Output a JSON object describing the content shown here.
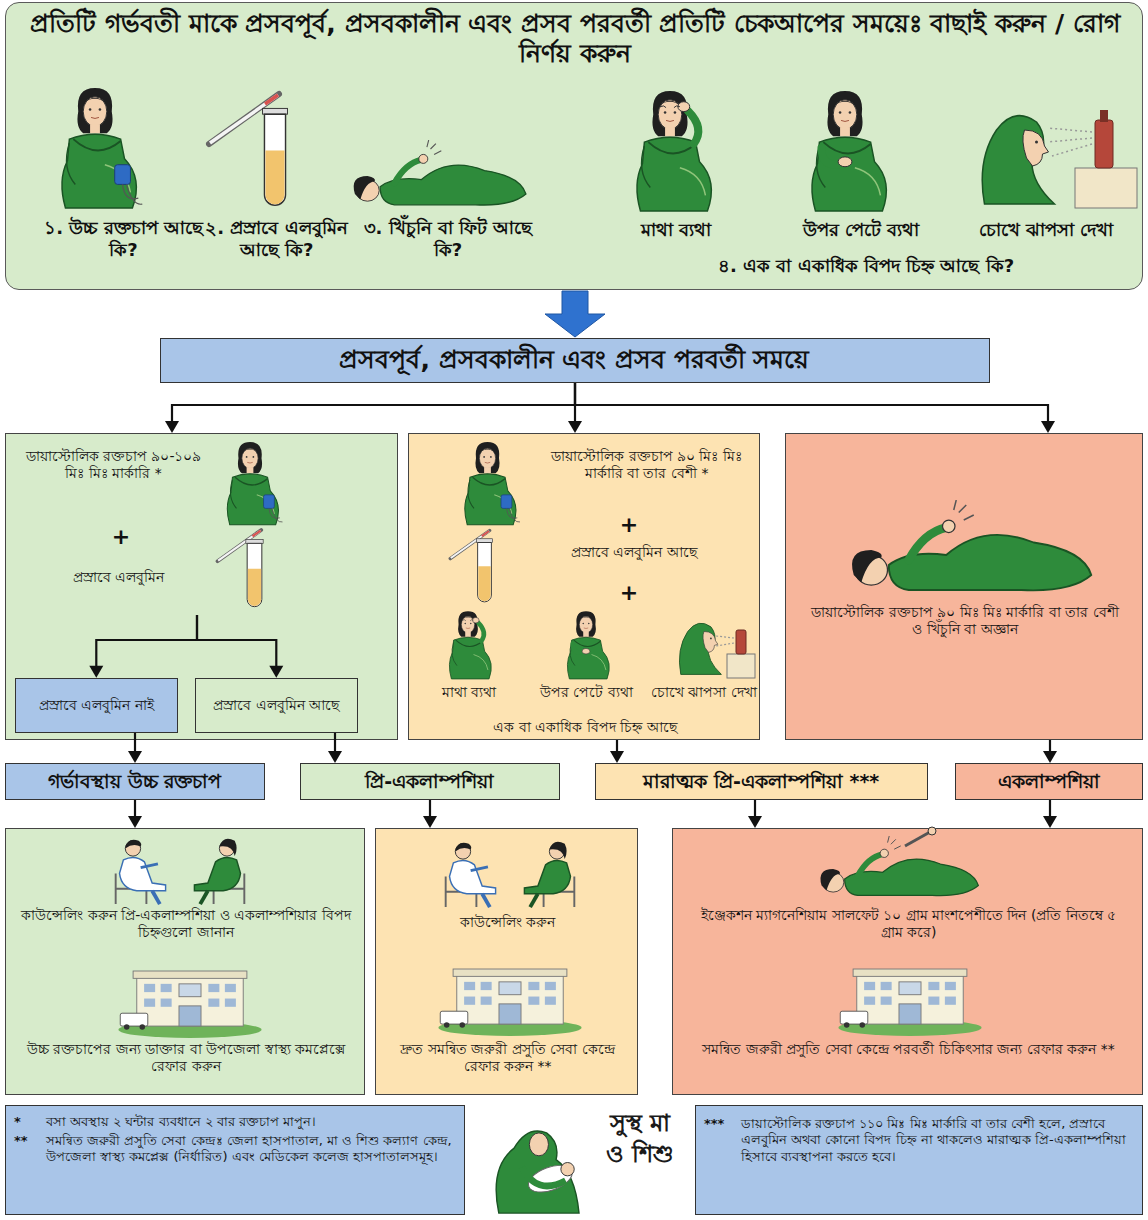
{
  "diagram": {
    "nodes": [
      {
        "text": [
          "প্রতিটি গর্ভবতী মাকে প্রসবপূর্ব, প্রসবকালীন এবং প্রসব পরবর্তী প্রতিটি চেকআপের সময়েঃ বাছাই করুন / রোগ নির্ণয় করুন",
          "১. উচ্চ রক্তচাপ আছে কি?",
          "২. প্রস্রাবে এলবুমিন আছে কি?",
          "৩. খিঁচুনি বা ফিট আছে কি?",
          "মাথা ব্যথা",
          "উপর পেটে ব্যথা",
          "চোখে ঝাপসা দেখা",
          "৪. এক বা একাধিক বিপদ চিহ্ন আছে কি?"
        ]
      },
      {
        "text": [
          "প্রসবপূর্ব, প্রসবকালীন এবং প্রসব পরবর্তী সময়ে"
        ]
      },
      {
        "text": [
          "ডায়াস্টোলিক রক্তচাপ ৯০-১০৯ মিঃ মিঃ মার্কারি *",
          "+",
          "প্রস্রাবে এলবুমিন"
        ]
      },
      {
        "text": [
          "প্রস্রাবে এলবুমিন নাই"
        ],
        "in": 2
      },
      {
        "text": [
          "প্রস্রাবে এলবুমিন আছে"
        ],
        "in": 2
      },
      {
        "text": [
          "ডায়াস্টোলিক রক্তচাপ ৯০ মিঃ মিঃ মার্কারি বা তার বেশী *",
          "+",
          "প্রস্রাবে এলবুমিন আছে",
          "+",
          "মাথা ব্যথা",
          "উপর পেটে ব্যথা",
          "চোখে ঝাপসা দেখা",
          "এক বা একাধিক বিপদ চিহ্ন আছে"
        ]
      },
      {
        "text": [
          "ডায়াস্টোলিক রক্তচাপ ৯০ মিঃ মিঃ মার্কারি বা তার বেশী ও খিঁচুনি বা অজ্ঞান"
        ]
      },
      {
        "text": [
          "গর্ভাবস্থায় উচ্চ রক্তচাপ"
        ]
      },
      {
        "text": [
          "প্রি-একলাম্পশিয়া"
        ]
      },
      {
        "text": [
          "মারাত্মক প্রি-একলাম্পশিয়া ***"
        ]
      },
      {
        "text": [
          "একলাম্পশিয়া"
        ]
      },
      {
        "text": [
          "কাউন্সেলিং করুন প্রি-একলাম্পশিয়া ও একলাম্পশিয়ার বিপদ চিহ্নগুলো জানান",
          "উচ্চ রক্তচাপের জন্য ডাক্তার বা উপজেলা স্বাস্থ্য কমপ্লেক্সে রেফার করুন"
        ]
      },
      {
        "text": [
          "কাউন্সেলিং করুন",
          "দ্রুত সমন্বিত জরুরী প্রসুতি সেবা কেন্দ্রে রেফার করুন **"
        ]
      },
      {
        "text": [
          "ইঞ্জেকশন ম্যাগনেশিয়াম সালফেট ১০ গ্রাম মাংশপেশীতে দিন (প্রতি নিতম্বে ৫ গ্রাম করে)",
          "সমন্বিত জরুরী প্রসুতি সেবা কেন্দ্রে পরবর্তী চিকিৎসার জন্য রেফার করুন **"
        ]
      },
      {
        "text": [
          "*",
          "বসা অবস্থায় ২ ঘন্টার ব্যবধানে ২ বার রক্তচাপ মাপুন।",
          "**",
          "সমন্বিত জরুরী প্রসুতি সেবা কেন্দ্রঃ জেলা হাসপাতাল, মা ও শিশু কল্যাণ কেন্দ্র, উপজেলা স্বাস্থ্য কমপ্লেক্স (নির্ধারিত) এবং মেডিকেল কলেজ হাসপাতালসমূহ।"
        ]
      },
      {
        "text": [
          "***",
          "ডায়াস্টোলিক রক্তচাপ ১১০ মিঃ মিঃ মার্কারি বা তার বেশী হলে, প্রস্রাবে এলবুমিন অথবা কোনো বিপদ চিহ্ন না থাকলেও মারাত্মক প্রি-একলাম্পশিয়া হিসাবে ব্যবস্থাপনা করতে হবে।"
        ]
      }
    ],
    "edges": [
      {
        "from": 0,
        "to": 1,
        "arrow": "to"
      },
      {
        "from": 1,
        "to": 2,
        "arrow": "to"
      },
      {
        "from": 1,
        "to": 5,
        "arrow": "to"
      },
      {
        "from": 1,
        "to": 6,
        "arrow": "to"
      },
      {
        "from": 2,
        "to": 3,
        "arrow": "to"
      },
      {
        "from": 2,
        "to": 4,
        "arrow": "to"
      },
      {
        "from": 3,
        "to": 7,
        "arrow": "to"
      },
      {
        "from": 4,
        "to": 8,
        "arrow": "to"
      },
      {
        "from": 5,
        "to": 9,
        "arrow": "to"
      },
      {
        "from": 6,
        "to": 10,
        "arrow": "to"
      },
      {
        "from": 7,
        "to": 11,
        "arrow": "to"
      },
      {
        "from": 8,
        "to": 12,
        "arrow": "to"
      },
      {
        "from": 9,
        "to": 13,
        "arrow": "to"
      },
      {
        "from": 10,
        "to": 13,
        "arrow": "to"
      }
    ],
    "labels": [
      "সুস্থ মা ও শিশু"
    ]
  }
}
